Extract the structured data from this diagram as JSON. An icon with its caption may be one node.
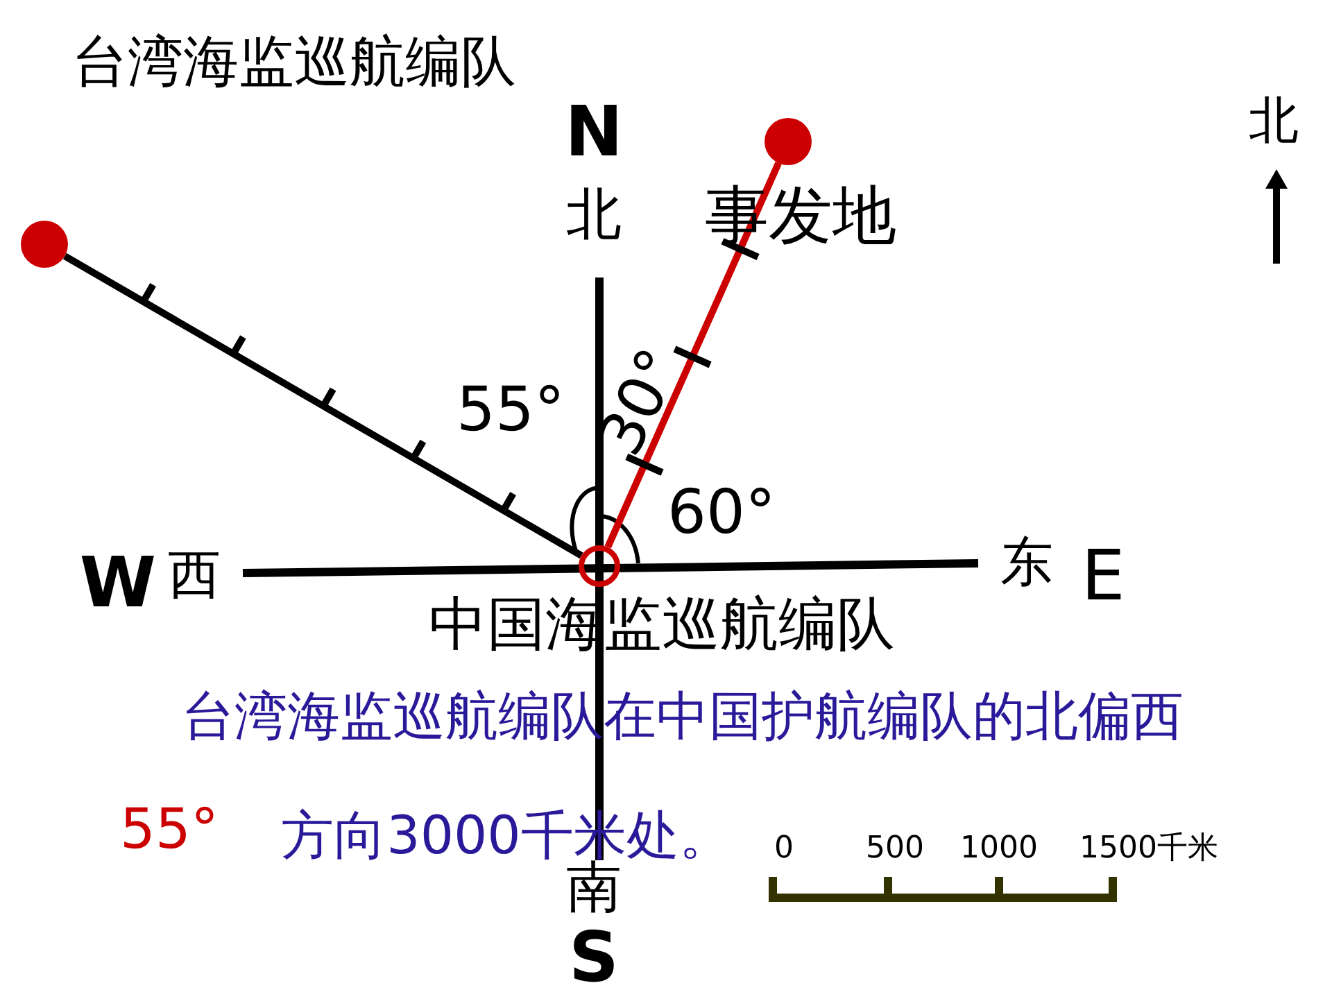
{
  "diagram": {
    "nodes": [
      {
        "text": [],
        "shape": "circle"
      },
      {
        "text": [],
        "shape": "circle"
      },
      {
        "text": [],
        "shape": "circle"
      }
    ],
    "edges": [
      {
        "from": 2,
        "to": 0,
        "arrow": "none"
      },
      {
        "from": 2,
        "to": 1,
        "arrow": "none",
        "color": "#cc0000"
      }
    ],
    "labels": [
      "台湾海监巡航编队",
      "N",
      "北",
      "北",
      "事发地",
      "55°",
      "30°",
      "60°",
      "W",
      "西",
      "东",
      "E",
      "中国海监巡航编队",
      "台湾海监巡航编队在中国护航编队的北偏西",
      "55°",
      "方向3000千米处。",
      "0",
      "500",
      "1000",
      "1500千米",
      "南",
      "S"
    ]
  }
}
